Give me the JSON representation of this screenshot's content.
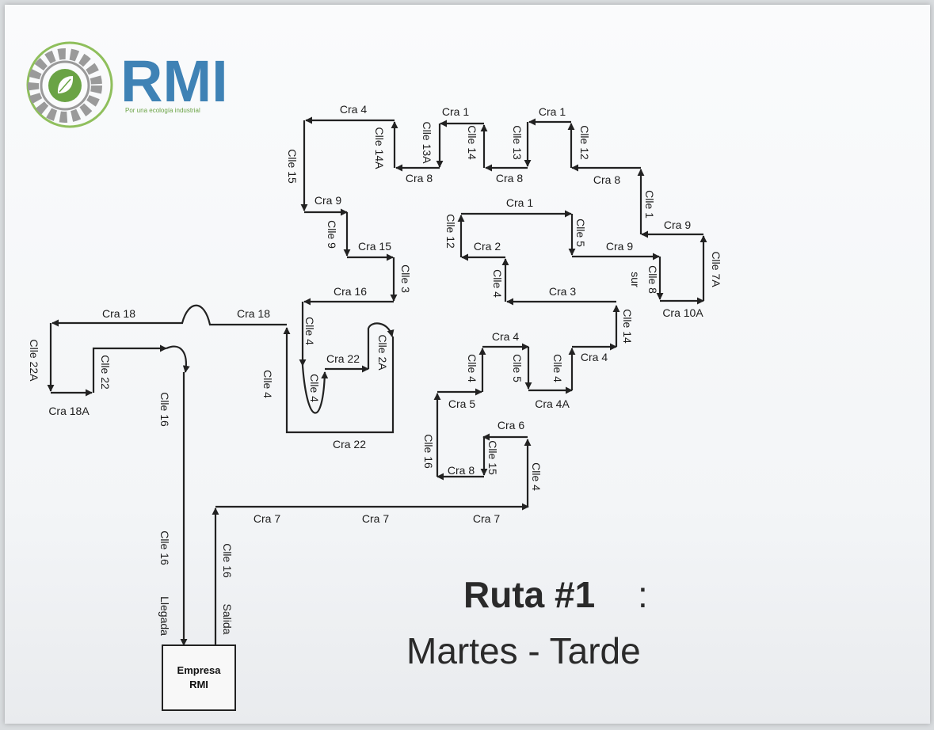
{
  "logo": {
    "name": "RMI",
    "tagline": "Por una ecología industrial",
    "colors": {
      "blue": "#3f82b5",
      "green": "#6aa345",
      "gear": "#9a9a9a"
    }
  },
  "title": {
    "main": "Ruta #1",
    "colon": ":",
    "subtitle": "Martes - Tarde"
  },
  "building": {
    "line1": "Empresa",
    "line2": "RMI"
  },
  "labels": {
    "cra4_top": "Cra 4",
    "clle15": "Clle 15",
    "clle14a": "Clle 14A",
    "clle13a": "Clle 13A",
    "cra8_a": "Cra 8",
    "cra1_a": "Cra 1",
    "clle14_top": "Clle 14",
    "cra8_b": "Cra 8",
    "clle13": "Clle 13",
    "cra1_b": "Cra 1",
    "clle12_right": "Clle 12",
    "cra8_c": "Cra 8",
    "clle1": "Clle 1",
    "cra9_right": "Cra 9",
    "clle7a": "Clle 7A",
    "cra10a": "Cra 10A",
    "cra9_left": "Cra 9",
    "clle9": "Clle 9",
    "cra15": "Cra 15",
    "clle3": "Clle 3",
    "cra16": "Cra 16",
    "cra1_mid": "Cra 1",
    "clle12_mid": "Clle 12",
    "clle5_mid": "Clle 5",
    "cra2": "Cra 2",
    "cra9_mid": "Cra 9",
    "clle8": "Clle 8",
    "sur": "sur",
    "clle4_mid": "Clle 4",
    "cra3": "Cra 3",
    "clle14_mid": "Clle 14",
    "cra18_left": "Cra 18",
    "cra18_right": "Cra 18",
    "clle22a": "Clle 22A",
    "clle22": "Clle 22",
    "cra18a": "Cra 18A",
    "clle16_upper": "Clle 16",
    "clle4_left": "Clle 4",
    "clle4_inner": "Clle 4",
    "clle4_small": "Clle 4",
    "cra22_small": "Cra 22",
    "clle2a": "Clle 2A",
    "cra22_bottom": "Cra 22",
    "cra4_mid": "Cra 4",
    "clle4_b": "Clle 4",
    "clle5_b": "Clle 5",
    "clle4_c": "Clle 4",
    "cra4_right": "Cra 4",
    "cra5": "Cra 5",
    "cra4a": "Cra 4A",
    "clle16_mid": "Clle 16",
    "cra6": "Cra 6",
    "clle15_small": "Clle 15",
    "cra8_small": "Cra 8",
    "clle4_lower": "Clle 4",
    "cra7_a": "Cra 7",
    "cra7_b": "Cra 7",
    "cra7_c": "Cra 7",
    "clle16_lower": "Clle 16",
    "clle16_right": "Clle 16",
    "llegada": "Llegada",
    "salida": "Salida"
  }
}
